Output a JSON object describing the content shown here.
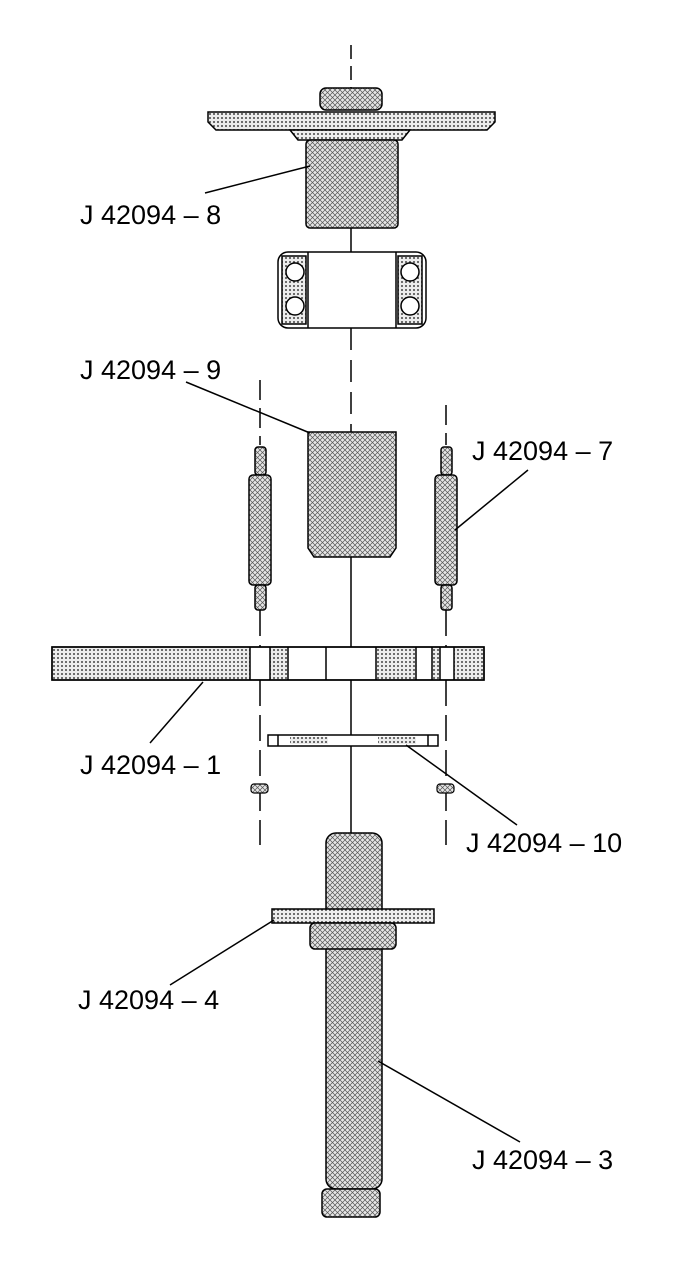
{
  "labels": {
    "part8": "J 42094 – 8",
    "part9": "J 42094 – 9",
    "part7": "J 42094 – 7",
    "part1": "J 42094 – 1",
    "part10": "J 42094 – 10",
    "part4": "J 42094 – 4",
    "part3": "J 42094 – 3"
  },
  "colors": {
    "line": "#000000",
    "fill": "#d9d9d9",
    "background": "#ffffff"
  }
}
